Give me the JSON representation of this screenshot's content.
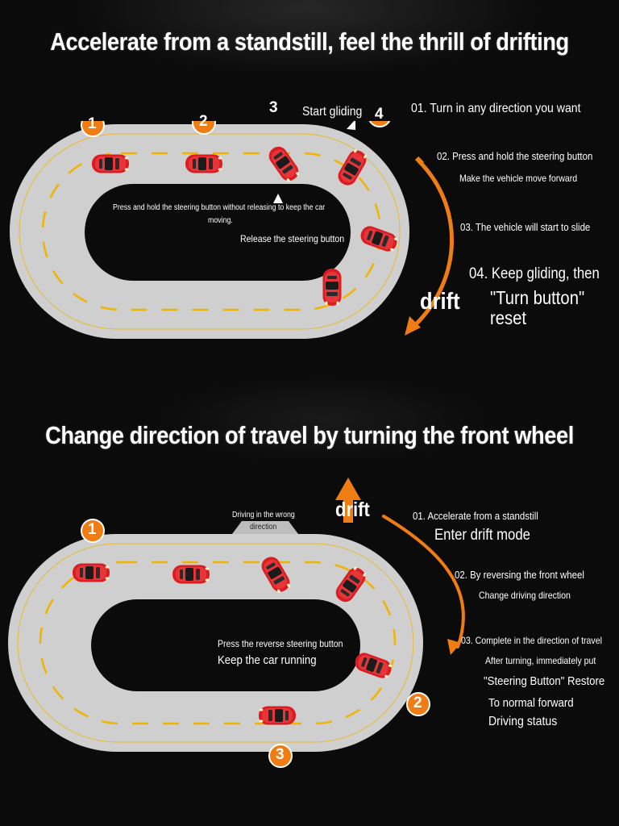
{
  "section1": {
    "title": "Accelerate from a standstill, feel the thrill of drifting",
    "markers": [
      "1",
      "2",
      "3",
      "4"
    ],
    "start_gliding": "Start gliding",
    "press_hold_line1": "Press and hold the steering button without releasing to keep the car",
    "press_hold_line2": "moving.",
    "release": "Release the steering button",
    "drift": "drift",
    "steps": {
      "s1": "01. Turn in any direction you want",
      "s2a": "02. Press and hold the steering button",
      "s2b": "Make the vehicle move forward",
      "s3": "03. The vehicle will start to slide",
      "s4a": "04. Keep gliding, then",
      "s4b": "\"Turn button\"",
      "s4c": "reset"
    }
  },
  "section2": {
    "title": "Change direction of travel by turning the front wheel",
    "markers": [
      "1",
      "2",
      "3"
    ],
    "wrong_dir_line1": "Driving in the wrong",
    "wrong_dir_line2": "direction",
    "drift": "drift",
    "press_reverse": "Press the reverse steering button",
    "keep_running": "Keep the car running",
    "steps": {
      "s1a": "01. Accelerate from a standstill",
      "s1b": "Enter drift mode",
      "s2a": "02. By reversing the front wheel",
      "s2b": "Change driving direction",
      "s3a": "03. Complete in the direction of travel",
      "s3b": "After turning, immediately put",
      "s3c": "\"Steering Button\" Restore",
      "s3d": "To normal forward",
      "s3e": "Driving status"
    }
  },
  "colors": {
    "track": "#cfcfcf",
    "lane": "#f0b400",
    "car": "#d81e23",
    "marker": "#ef7d14",
    "arrow": "#f07d14",
    "background": "#0b0b0b"
  },
  "icons": {
    "car": "red-sports-car-topview",
    "marker": "numbered-orange-circle",
    "arrow": "curved-orange-arrow"
  }
}
